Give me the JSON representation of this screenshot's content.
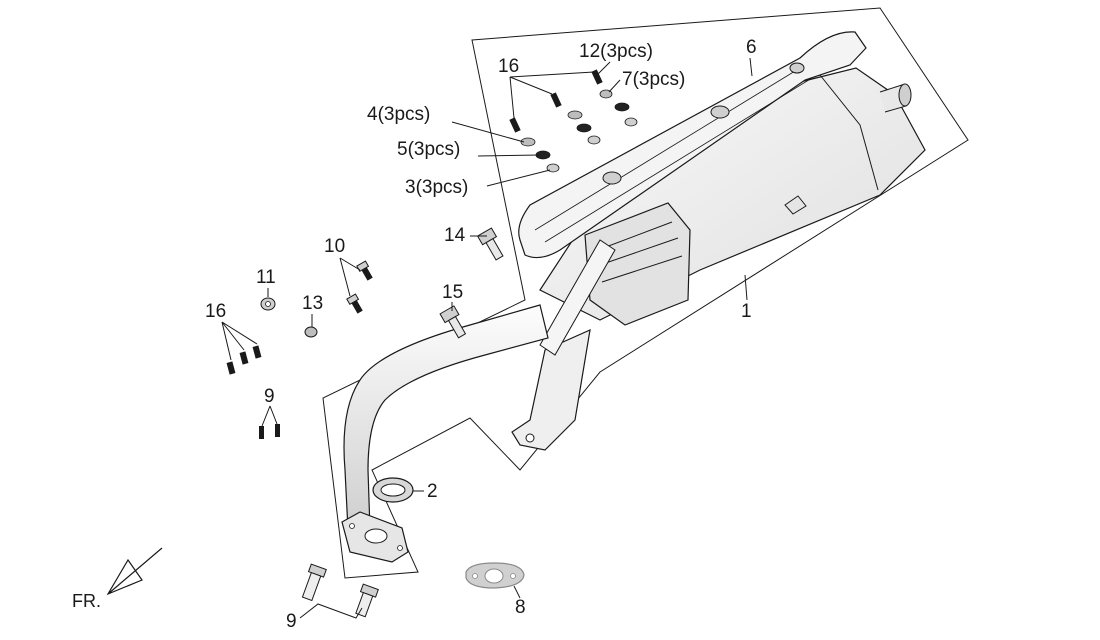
{
  "labels": {
    "p1": "1",
    "p2": "2",
    "p3": "3(3pcs)",
    "p4": "4(3pcs)",
    "p5": "5(3pcs)",
    "p6": "6",
    "p7": "7(3pcs)",
    "p8": "8",
    "p9a": "9",
    "p9b": "9",
    "p10": "10",
    "p11": "11",
    "p12": "12(3pcs)",
    "p13": "13",
    "p14": "14",
    "p15": "15",
    "p16a": "16",
    "p16b": "16",
    "fr": "FR."
  },
  "colors": {
    "line": "#1a1a1a",
    "shade_light": "#f2f2f2",
    "shade_mid": "#d6d6d6",
    "shade_dark": "#9a9a9a",
    "background": "#ffffff"
  }
}
